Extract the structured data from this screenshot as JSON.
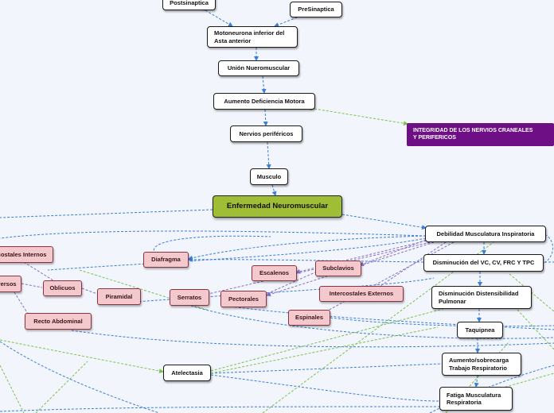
{
  "nodes": {
    "postsinaptica": "Postsinaptica",
    "presinaptica": "PreSinaptica",
    "motoneurona": [
      "Motoneurona inferior del",
      "Asta anterior"
    ],
    "union": "Unión Nueromuscular",
    "aumento": "Aumento Deficiencia Motora",
    "nervios": "Nervios periféricos",
    "musculo": "Musculo",
    "enfermedad": "Enfermedad Neuromuscular",
    "integridad": [
      "INTEGRIDAD DE LOS NERVIOS CRANEALES",
      "Y PERIFERICOS"
    ],
    "debilidad": "Debilidad Musculatura Inspiratoria",
    "disminucion_vc": "Disminución del VC, CV, FRC Y TPC",
    "disminucion_dist": [
      "Disminución Distensibilidad",
      "Pulmonar"
    ],
    "taquipnea": "Taquipnea",
    "aumento_sobrecarga": [
      "Aumento/sobrecarga",
      "Trabajo Respiratorio"
    ],
    "fatiga": [
      "Fatiga Musculatura",
      "Respiratoria"
    ],
    "atelectasia": "Atelectasia",
    "intercostales_internos": "Intercostales Internos",
    "transversos": "Transversos",
    "oblicuos": "Oblicuos",
    "recto_abdominal": "Recto Abdominal",
    "piramidal": "Piramidal",
    "diafragma": "Diafragma",
    "serratos": "Serratos",
    "pectorales": "Pectorales",
    "escalenos": "Escalenos",
    "subclavios": "Subclavios",
    "intercostales_externos": "Intercostales Externos",
    "espinales": "Espinales"
  },
  "colors": {
    "edge_blue": "#3a7fd6",
    "edge_green": "#7cc24a",
    "edge_purple": "#8a6ec8",
    "edge_pink": "#c06080",
    "main_fill": "#a0bd36",
    "purple_fill": "#6e0f86",
    "pink_fill": "#f3c9cd"
  }
}
